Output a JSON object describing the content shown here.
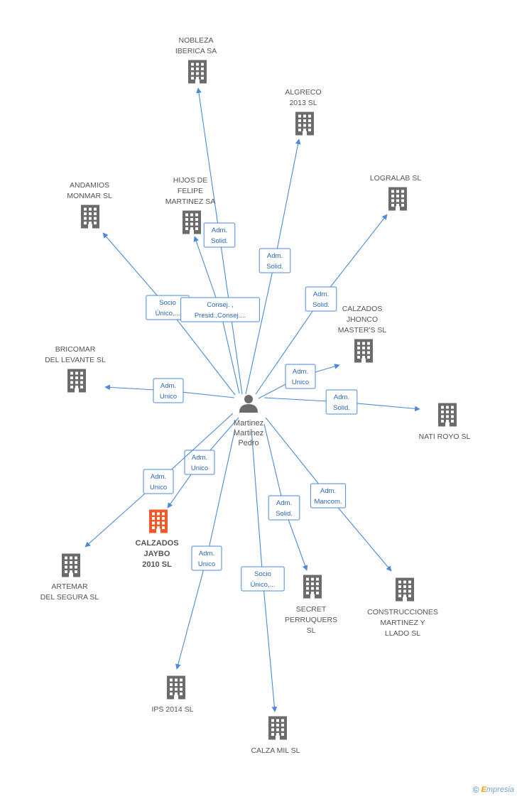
{
  "center": {
    "name_lines": [
      "Martinez",
      "Martinez",
      "Pedro"
    ],
    "icon": "person-icon"
  },
  "nodes": [
    {
      "id": "nobleza",
      "lines": [
        "NOBLEZA",
        "IBERICA SA"
      ],
      "icon": "building-icon",
      "color": "#6b6b6b"
    },
    {
      "id": "algreco",
      "lines": [
        "ALGRECO",
        "2013 SL"
      ],
      "icon": "building-icon",
      "color": "#6b6b6b"
    },
    {
      "id": "andamios",
      "lines": [
        "ANDAMIOS",
        "MONMAR SL"
      ],
      "icon": "building-icon",
      "color": "#6b6b6b"
    },
    {
      "id": "hijos",
      "lines": [
        "HIJOS DE",
        "FELIPE",
        "MARTINEZ SA"
      ],
      "icon": "building-icon",
      "color": "#6b6b6b"
    },
    {
      "id": "logralab",
      "lines": [
        "LOGRALAB SL"
      ],
      "icon": "building-icon",
      "color": "#6b6b6b"
    },
    {
      "id": "jhonco",
      "lines": [
        "CALZADOS",
        "JHONCO",
        "MASTER'S SL"
      ],
      "icon": "building-icon",
      "color": "#6b6b6b"
    },
    {
      "id": "bricomar",
      "lines": [
        "BRICOMAR",
        "DEL LEVANTE SL"
      ],
      "icon": "building-icon",
      "color": "#6b6b6b"
    },
    {
      "id": "natiroyo",
      "lines": [
        "NATI ROYO SL"
      ],
      "icon": "building-icon",
      "color": "#6b6b6b"
    },
    {
      "id": "jaybo",
      "lines": [
        "CALZADOS",
        "JAYBO",
        "2010 SL"
      ],
      "icon": "building-icon",
      "color": "#f05a28",
      "focus": true
    },
    {
      "id": "artemar",
      "lines": [
        "ARTEMAR",
        "DEL SEGURA SL"
      ],
      "icon": "building-icon",
      "color": "#6b6b6b"
    },
    {
      "id": "secret",
      "lines": [
        "SECRET",
        "PERRUQUERS",
        "SL"
      ],
      "icon": "building-icon",
      "color": "#6b6b6b"
    },
    {
      "id": "construcciones",
      "lines": [
        "CONSTRUCCIONES",
        "MARTINEZ Y",
        "LLADO SL"
      ],
      "icon": "building-icon",
      "color": "#6b6b6b"
    },
    {
      "id": "ips",
      "lines": [
        "IPS 2014  SL"
      ],
      "icon": "building-icon",
      "color": "#6b6b6b"
    },
    {
      "id": "calzamil",
      "lines": [
        "CALZA MIL  SL"
      ],
      "icon": "building-icon",
      "color": "#6b6b6b"
    }
  ],
  "edges": [
    {
      "to": "nobleza",
      "lines": [
        "Adm.",
        "Solid."
      ]
    },
    {
      "to": "algreco",
      "lines": [
        "Adm.",
        "Solid."
      ]
    },
    {
      "to": "andamios",
      "lines": [
        "Socio",
        "Único,..."
      ]
    },
    {
      "to": "hijos",
      "lines": [
        "Consej. ,",
        "Presid.,Consej...."
      ]
    },
    {
      "to": "logralab",
      "lines": [
        "Adm.",
        "Solid."
      ]
    },
    {
      "to": "jhonco",
      "lines": [
        "Adm.",
        "Unico"
      ]
    },
    {
      "to": "bricomar",
      "lines": [
        "Adm.",
        "Unico"
      ]
    },
    {
      "to": "natiroyo",
      "lines": [
        "Adm.",
        "Solid."
      ]
    },
    {
      "to": "jaybo",
      "lines": [
        "Adm.",
        "Unico"
      ]
    },
    {
      "to": "artemar",
      "lines": [
        "Adm.",
        "Unico"
      ]
    },
    {
      "to": "secret",
      "lines": [
        "Adm.",
        "Solid."
      ]
    },
    {
      "to": "construcciones",
      "lines": [
        "Adm.",
        "Mancom."
      ]
    },
    {
      "to": "ips",
      "lines": [
        "Adm.",
        "Unico"
      ]
    },
    {
      "to": "calzamil",
      "lines": [
        "Socio",
        "Único,..."
      ]
    }
  ],
  "footer": {
    "copyright": "©",
    "brand_initial": "E",
    "brand_rest": "mpresia"
  },
  "colors": {
    "edge": "#4a8ad8",
    "building": "#6b6b6b",
    "focus_building": "#f05a28"
  }
}
